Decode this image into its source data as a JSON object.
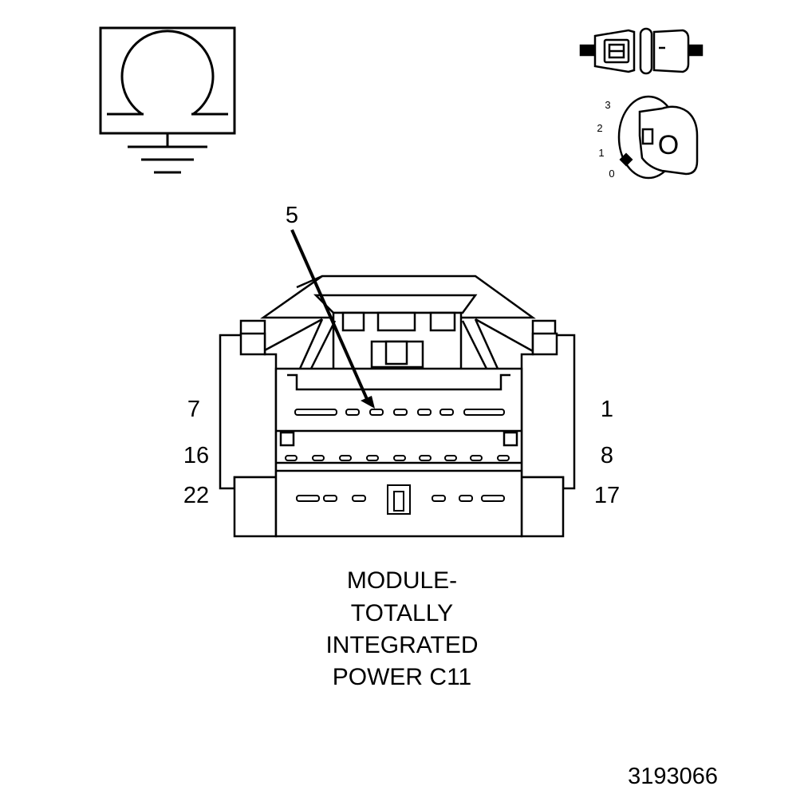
{
  "pin_callout": "5",
  "pin_labels": {
    "row1_left": "7",
    "row1_right": "1",
    "row2_left": "16",
    "row2_right": "8",
    "row3_left": "22",
    "row3_right": "17"
  },
  "ignition_positions": [
    "3",
    "2",
    "1",
    "0"
  ],
  "key_letter": "O",
  "caption_lines": [
    "MODULE-",
    "TOTALLY",
    "INTEGRATED",
    "POWER C11"
  ],
  "figure_number": "3193066",
  "icons": {
    "ohmmeter": "ohmmeter-ground-icon",
    "connector": "disconnected-connector-icon",
    "ignition": "ignition-key-off-icon"
  }
}
